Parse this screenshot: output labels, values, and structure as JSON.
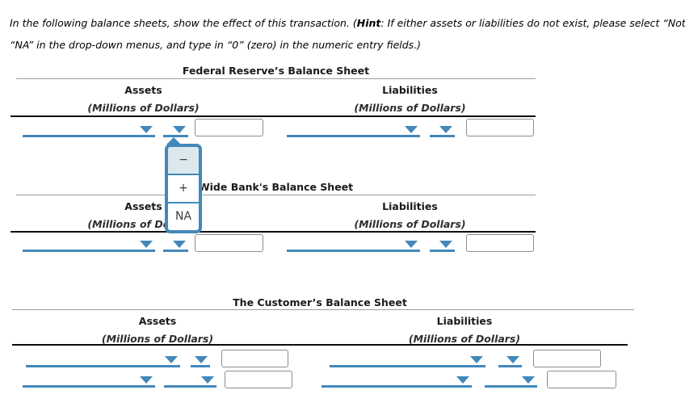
{
  "instructions": {
    "line1_pre": "In the following balance sheets, show the effect of this transaction. (",
    "line1_hint": "Hint",
    "line1_post": ": If either assets or liabilities do not exist, please select “Not App",
    "line2": "“NA” in the drop-down menus, and type in “0” (zero) in the numeric entry fields.)"
  },
  "sections": {
    "fed": {
      "title": "Federal Reserve’s Balance Sheet",
      "assets_header": "Assets",
      "liabilities_header": "Liabilities",
      "units": "(Millions of Dollars)"
    },
    "bank": {
      "title": "Wide Bank's Balance Sheet",
      "assets_header": "Assets",
      "liabilities_header": "Liabilities",
      "units": "(Millions of Dollars)"
    },
    "customer": {
      "title": "The Customer’s Balance Sheet",
      "assets_header": "Assets",
      "liabilities_header": "Liabilities",
      "units": "(Millions of Dollars)"
    }
  },
  "sign_menu": {
    "options": [
      "−",
      "+",
      "NA"
    ],
    "highlighted_option": "−"
  },
  "fields": {
    "amount_value": ""
  },
  "colors": {
    "accent_blue": "#4288ba",
    "menu_highlight": "#dde8ec"
  }
}
